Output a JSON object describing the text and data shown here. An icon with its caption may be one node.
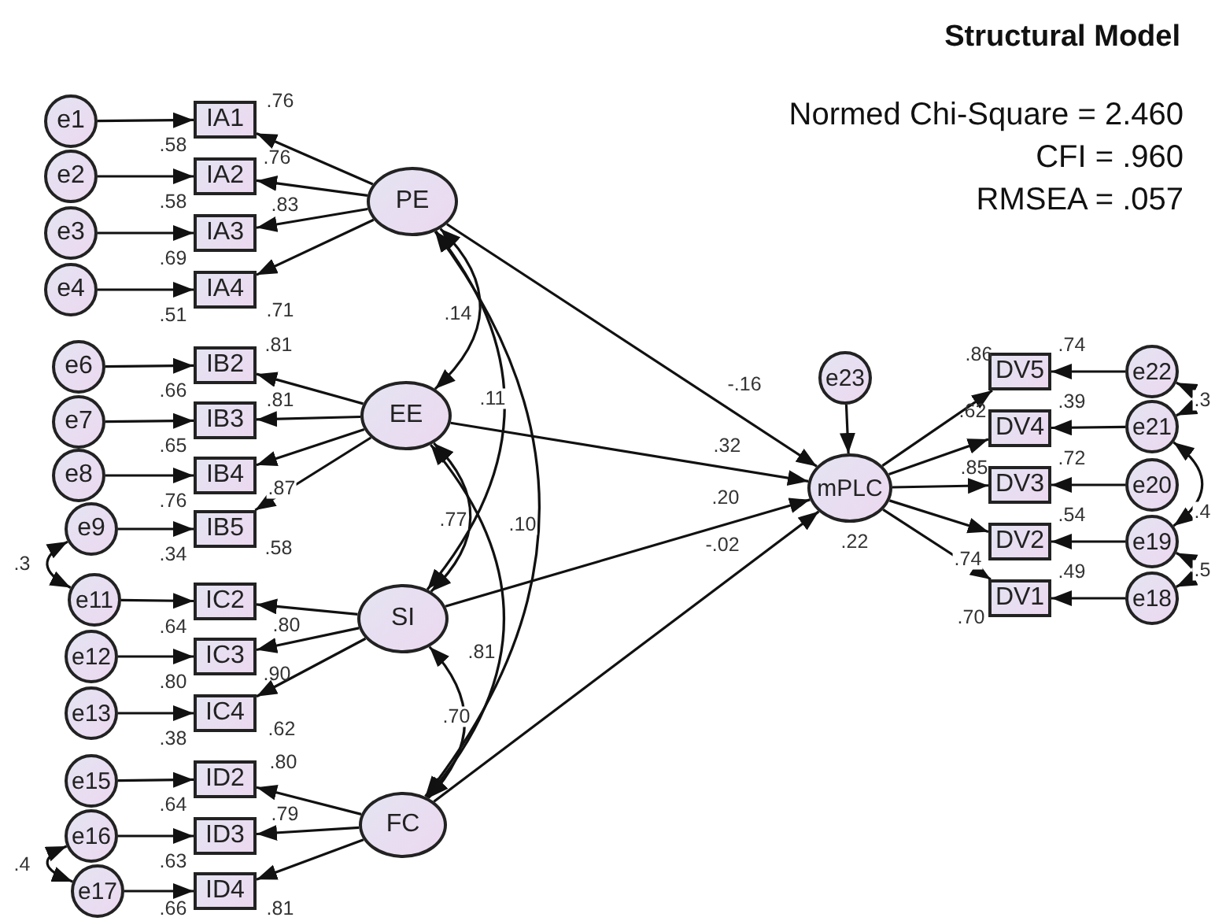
{
  "diagram": {
    "title": "Structural Model",
    "nodes": [
      {
        "text": [
          "e1"
        ]
      },
      {
        "text": [
          "e2"
        ]
      },
      {
        "text": [
          "e3"
        ]
      },
      {
        "text": [
          "e4"
        ]
      },
      {
        "text": [
          "IA1"
        ],
        "beside": [
          ".58"
        ]
      },
      {
        "text": [
          "IA2"
        ],
        "beside": [
          ".58"
        ]
      },
      {
        "text": [
          "IA3"
        ],
        "beside": [
          ".69"
        ]
      },
      {
        "text": [
          "IA4"
        ],
        "beside": [
          ".51"
        ]
      },
      {
        "text": [
          "PE"
        ]
      },
      {
        "text": [
          "e6"
        ]
      },
      {
        "text": [
          "e7"
        ]
      },
      {
        "text": [
          "e8"
        ]
      },
      {
        "text": [
          "e9"
        ]
      },
      {
        "text": [
          "IB2"
        ],
        "beside": [
          ".66"
        ]
      },
      {
        "text": [
          "IB3"
        ],
        "beside": [
          ".65"
        ]
      },
      {
        "text": [
          "IB4"
        ],
        "beside": [
          ".76"
        ]
      },
      {
        "text": [
          "IB5"
        ],
        "beside": [
          ".34"
        ]
      },
      {
        "text": [
          "EE"
        ]
      },
      {
        "text": [
          "e11"
        ]
      },
      {
        "text": [
          "e12"
        ]
      },
      {
        "text": [
          "e13"
        ]
      },
      {
        "text": [
          "IC2"
        ],
        "beside": [
          ".64"
        ]
      },
      {
        "text": [
          "IC3"
        ],
        "beside": [
          ".80"
        ]
      },
      {
        "text": [
          "IC4"
        ],
        "beside": [
          ".38"
        ]
      },
      {
        "text": [
          "SI"
        ]
      },
      {
        "text": [
          "e15"
        ]
      },
      {
        "text": [
          "e16"
        ]
      },
      {
        "text": [
          "e17"
        ]
      },
      {
        "text": [
          "ID2"
        ],
        "beside": [
          ".64"
        ]
      },
      {
        "text": [
          "ID3"
        ],
        "beside": [
          ".63"
        ]
      },
      {
        "text": [
          "ID4"
        ],
        "beside": [
          ".66"
        ]
      },
      {
        "text": [
          "FC"
        ]
      },
      {
        "text": [
          "e23"
        ]
      },
      {
        "text": [
          "mPLC"
        ],
        "beside": [
          ".22"
        ]
      },
      {
        "text": [
          "DV5"
        ],
        "beside": [
          ".74"
        ]
      },
      {
        "text": [
          "DV4"
        ],
        "beside": [
          ".39"
        ]
      },
      {
        "text": [
          "DV3"
        ],
        "beside": [
          ".72"
        ]
      },
      {
        "text": [
          "DV2"
        ],
        "beside": [
          ".54"
        ]
      },
      {
        "text": [
          "DV1"
        ],
        "beside": [
          ".49"
        ]
      },
      {
        "text": [
          "e22"
        ]
      },
      {
        "text": [
          "e21"
        ]
      },
      {
        "text": [
          "e20"
        ]
      },
      {
        "text": [
          "e19"
        ]
      },
      {
        "text": [
          "e18"
        ]
      }
    ],
    "edges": [
      {
        "from": 0,
        "to": 4,
        "arrow": "to"
      },
      {
        "from": 1,
        "to": 5,
        "arrow": "to"
      },
      {
        "from": 2,
        "to": 6,
        "arrow": "to"
      },
      {
        "from": 3,
        "to": 7,
        "arrow": "to"
      },
      {
        "from": 9,
        "to": 13,
        "arrow": "to"
      },
      {
        "from": 10,
        "to": 14,
        "arrow": "to"
      },
      {
        "from": 11,
        "to": 15,
        "arrow": "to"
      },
      {
        "from": 12,
        "to": 16,
        "arrow": "to"
      },
      {
        "from": 18,
        "to": 21,
        "arrow": "to"
      },
      {
        "from": 19,
        "to": 22,
        "arrow": "to"
      },
      {
        "from": 20,
        "to": 23,
        "arrow": "to"
      },
      {
        "from": 25,
        "to": 28,
        "arrow": "to"
      },
      {
        "from": 26,
        "to": 29,
        "arrow": "to"
      },
      {
        "from": 27,
        "to": 30,
        "arrow": "to"
      },
      {
        "from": 39,
        "to": 34,
        "arrow": "to"
      },
      {
        "from": 40,
        "to": 35,
        "arrow": "to"
      },
      {
        "from": 41,
        "to": 36,
        "arrow": "to"
      },
      {
        "from": 42,
        "to": 37,
        "arrow": "to"
      },
      {
        "from": 43,
        "to": 38,
        "arrow": "to"
      },
      {
        "from": 32,
        "to": 33,
        "arrow": "to"
      },
      {
        "from": 8,
        "to": 4,
        "arrow": "to",
        "label": ".76"
      },
      {
        "from": 8,
        "to": 5,
        "arrow": "to",
        "label": ".76"
      },
      {
        "from": 8,
        "to": 6,
        "arrow": "to",
        "label": ".83"
      },
      {
        "from": 8,
        "to": 7,
        "arrow": "to",
        "label": ".71"
      },
      {
        "from": 17,
        "to": 13,
        "arrow": "to",
        "label": ".81"
      },
      {
        "from": 17,
        "to": 14,
        "arrow": "to",
        "label": ".81"
      },
      {
        "from": 17,
        "to": 15,
        "arrow": "to",
        "label": ".87"
      },
      {
        "from": 17,
        "to": 16,
        "arrow": "to",
        "label": ".58"
      },
      {
        "from": 24,
        "to": 21,
        "arrow": "to",
        "label": ".80"
      },
      {
        "from": 24,
        "to": 22,
        "arrow": "to",
        "label": ".90"
      },
      {
        "from": 24,
        "to": 23,
        "arrow": "to",
        "label": ".62"
      },
      {
        "from": 31,
        "to": 28,
        "arrow": "to",
        "label": ".80"
      },
      {
        "from": 31,
        "to": 29,
        "arrow": "to",
        "label": ".79"
      },
      {
        "from": 31,
        "to": 30,
        "arrow": "to",
        "label": ".81"
      },
      {
        "from": 33,
        "to": 34,
        "arrow": "to",
        "label": ".86"
      },
      {
        "from": 33,
        "to": 35,
        "arrow": "to",
        "label": ".62"
      },
      {
        "from": 33,
        "to": 36,
        "arrow": "to",
        "label": ".85"
      },
      {
        "from": 33,
        "to": 37,
        "arrow": "to",
        "label": ".74"
      },
      {
        "from": 33,
        "to": 38,
        "arrow": "to",
        "label": ".70"
      },
      {
        "from": 8,
        "to": 33,
        "arrow": "to",
        "label": "-.16"
      },
      {
        "from": 17,
        "to": 33,
        "arrow": "to",
        "label": ".32"
      },
      {
        "from": 24,
        "to": 33,
        "arrow": "to",
        "label": ".20"
      },
      {
        "from": 31,
        "to": 33,
        "arrow": "to",
        "label": "-.02"
      },
      {
        "from": 8,
        "to": 17,
        "arrow": "both",
        "label": ".14"
      },
      {
        "from": 8,
        "to": 24,
        "arrow": "both",
        "label": ".11"
      },
      {
        "from": 8,
        "to": 31,
        "arrow": "both",
        "label": ".10"
      },
      {
        "from": 17,
        "to": 24,
        "arrow": "both",
        "label": ".77"
      },
      {
        "from": 17,
        "to": 31,
        "arrow": "both",
        "label": ".81"
      },
      {
        "from": 24,
        "to": 31,
        "arrow": "both",
        "label": ".70"
      },
      {
        "from": 12,
        "to": 18,
        "arrow": "both",
        "label": ".3"
      },
      {
        "from": 26,
        "to": 27,
        "arrow": "both",
        "label": ".4"
      },
      {
        "from": 39,
        "to": 40,
        "arrow": "both",
        "label": ".3"
      },
      {
        "from": 40,
        "to": 42,
        "arrow": "both",
        "label": ".4"
      },
      {
        "from": 42,
        "to": 43,
        "arrow": "both",
        "label": ".5"
      }
    ],
    "labels": [
      "Normed Chi-Square = 2.460",
      "CFI = .960",
      "RMSEA = .057"
    ]
  }
}
